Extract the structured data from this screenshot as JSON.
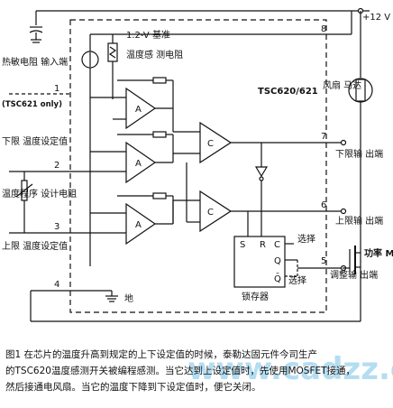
{
  "labels": {
    "vcc": "+12 V",
    "ref": "1.2-V 基准",
    "sensor": "温度感 测电阻",
    "chip": "TSC620/621",
    "thermistor_in": "热敏电阻 输入端",
    "thermistor_in_note": "(TSC621 only)",
    "lower_set": "下限 温度设定值",
    "program": "温度程序 设计电阻",
    "upper_set": "上限 温度设定值",
    "lower_out": "下限输 出端",
    "upper_out": "上限输 出端",
    "adjust_out": "调整输 出端",
    "fan": "风扇 马达",
    "power_mosfet": "功率 MOSFET",
    "latch": "锁存器",
    "select1": "选择",
    "select2": "选择",
    "ground": "地",
    "latch_s": "S",
    "latch_r": "R",
    "latch_c": "C",
    "latch_q": "Q",
    "latch_qb": "Q̄",
    "amp_a": "A",
    "comp_c": "C"
  },
  "pins": [
    "1",
    "2",
    "3",
    "4",
    "5",
    "6",
    "7",
    "8"
  ],
  "caption": {
    "line1": "图1 在芯片的温度升高到规定的上下设定值的时候，泰勒达固元件今司生产",
    "line2": "的TSC620温度感测开关被编程感测。当它达到上设定值时，先使用MOSFET接通，",
    "line3": "然后接通电风扇。当它的温度下降到下设定值时，便它关闭。"
  },
  "watermark": "www.cadzz.com"
}
